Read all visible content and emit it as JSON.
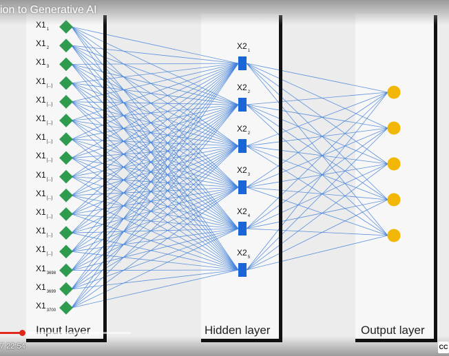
{
  "player": {
    "video_title": "ion to Generative AI",
    "timestamp": "7 22:54",
    "progress_fraction": 0.17,
    "cc_label": "CC"
  },
  "layers": {
    "input": {
      "label": "Input layer",
      "nodes": [
        {
          "base": "X1",
          "sub": "1"
        },
        {
          "base": "X1",
          "sub": "2"
        },
        {
          "base": "X1",
          "sub": "3"
        },
        {
          "base": "X1",
          "sub": "[...]"
        },
        {
          "base": "X1",
          "sub": "[...]"
        },
        {
          "base": "X1",
          "sub": "[...]"
        },
        {
          "base": "X1",
          "sub": "[...]"
        },
        {
          "base": "X1",
          "sub": "[...]"
        },
        {
          "base": "X1",
          "sub": "[...]"
        },
        {
          "base": "X1",
          "sub": "[...]"
        },
        {
          "base": "X1",
          "sub": "[...]"
        },
        {
          "base": "X1",
          "sub": "[...]"
        },
        {
          "base": "X1",
          "sub": "[...]"
        },
        {
          "base": "X1",
          "sub": "3698"
        },
        {
          "base": "X1",
          "sub": "3699"
        },
        {
          "base": "X1",
          "sub": "3700"
        }
      ]
    },
    "hidden": {
      "label": "Hidden layer",
      "nodes": [
        {
          "base": "X2",
          "sub": "1"
        },
        {
          "base": "X2",
          "sub": "2"
        },
        {
          "base": "X2",
          "sub": "2"
        },
        {
          "base": "X2",
          "sub": "3"
        },
        {
          "base": "X2",
          "sub": "4"
        },
        {
          "base": "X2",
          "sub": "5"
        }
      ]
    },
    "output": {
      "label": "Output layer",
      "node_count": 5
    }
  },
  "colors": {
    "input_node": "#2e9b4f",
    "hidden_node": "#1a66d6",
    "output_node": "#f2b705",
    "edge": "#3f7fd9",
    "divider": "#111111"
  }
}
